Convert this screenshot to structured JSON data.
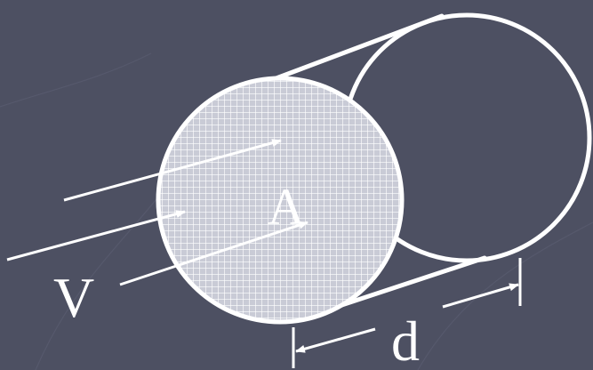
{
  "diagram": {
    "labels": {
      "velocity": "V",
      "area": "A",
      "distance": "d"
    },
    "colors": {
      "background": "#4d5062",
      "background_streak": "#5a5d70",
      "stroke": "#ffffff",
      "hatch_fill": "#c9cbd6",
      "hatch_grid": "#ffffff"
    }
  }
}
